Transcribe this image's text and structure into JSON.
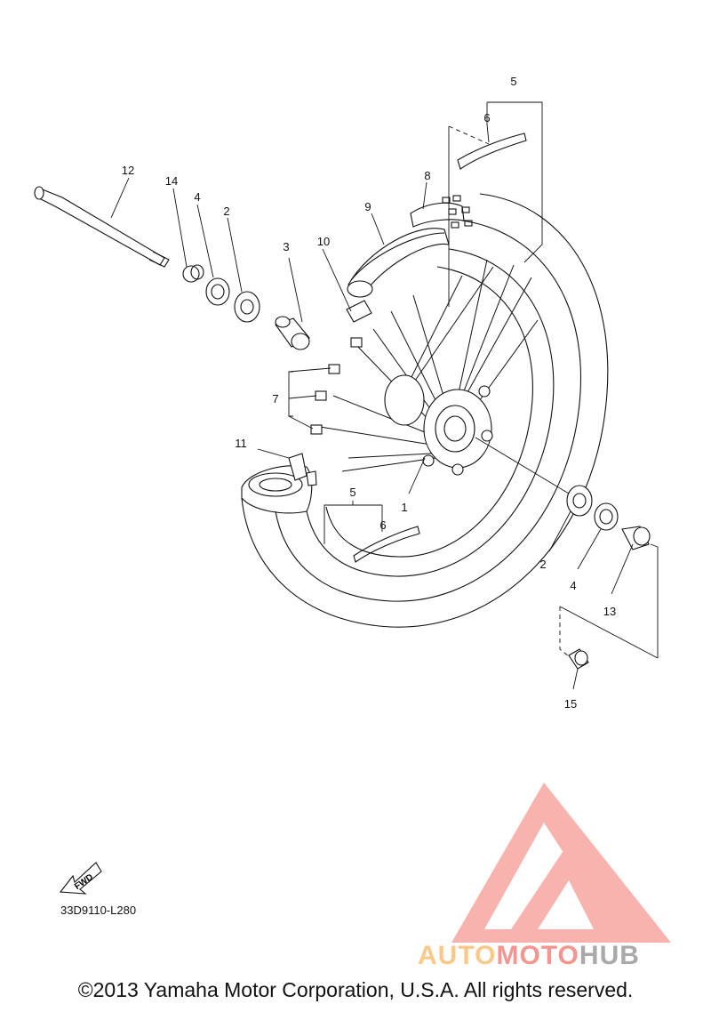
{
  "diagram": {
    "callouts": [
      "1",
      "2",
      "2",
      "3",
      "4",
      "4",
      "5",
      "5",
      "6",
      "6",
      "7",
      "8",
      "9",
      "10",
      "11",
      "12",
      "13",
      "14",
      "15"
    ],
    "drawing_code": "33D9110-L280",
    "fwd_label": "FWD",
    "copyright": "©2013 Yamaha Motor Corporation, U.S.A. All rights reserved."
  },
  "watermark": {
    "part1": "AUTO",
    "part2": "MOTO",
    "part3": "HUB",
    "colors": {
      "auto": "#f9c98a",
      "moto": "#f5958f",
      "hub": "#a9a9a9",
      "logo": "#f7a6a0"
    }
  }
}
